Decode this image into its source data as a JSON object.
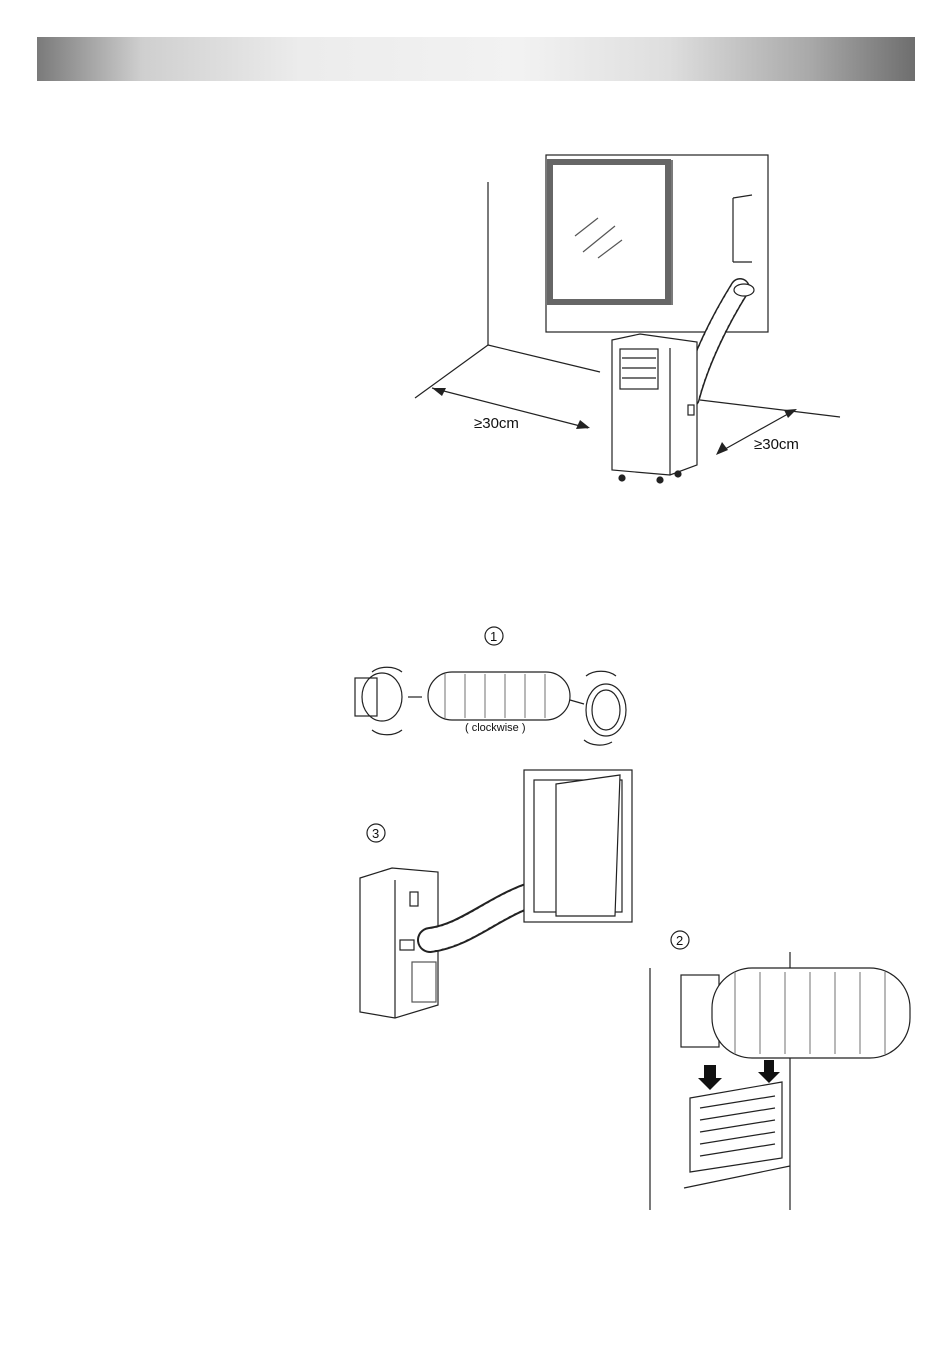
{
  "figure1": {
    "clearance_left": "≥30cm",
    "clearance_right": "≥30cm"
  },
  "figure2": {
    "step1": "1",
    "step2": "2",
    "step3": "3",
    "clockwise_label": "( clockwise )"
  },
  "colors": {
    "line": "#222222",
    "header_dark": "#7a7a7a",
    "header_light": "#f2f2f2"
  }
}
